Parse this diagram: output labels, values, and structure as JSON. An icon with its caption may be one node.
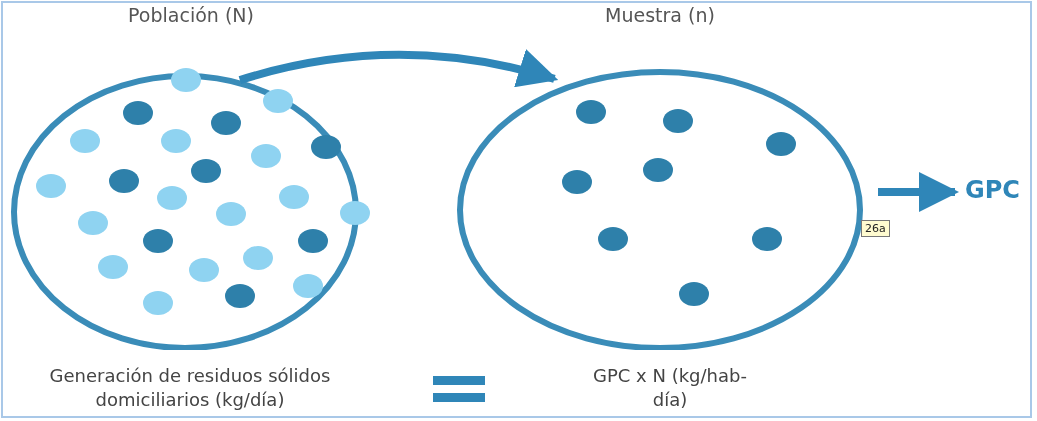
{
  "diagram": {
    "nodes": [
      {
        "text": [
          "Población (N)"
        ]
      },
      {
        "text": [
          "Muestra (n)"
        ]
      },
      {
        "text": [
          "GPC"
        ]
      }
    ],
    "edges": [
      {
        "from": 0,
        "to": 1,
        "arrow": "to"
      },
      {
        "from": 1,
        "to": 2,
        "arrow": "to"
      }
    ],
    "labels": [
      "26a",
      "Generación de residuos sólidos domiciliarios (kg/día)",
      "GPC x N (kg/hab-día)"
    ]
  }
}
